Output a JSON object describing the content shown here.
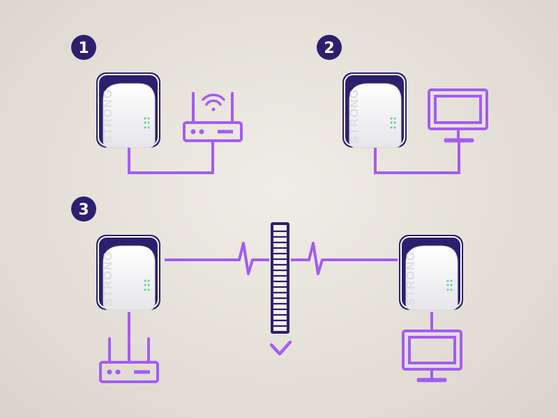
{
  "steps": [
    {
      "number": "1"
    },
    {
      "number": "2"
    },
    {
      "number": "3"
    }
  ],
  "brand_text": "STRONG",
  "colors": {
    "background": "#e6e2da",
    "accent_purple": "#a45cf2",
    "navy": "#2d1f6e",
    "device_white": "#f3f3f5",
    "led_green": "#6fd48c"
  },
  "icons": [
    "powerline-adapter",
    "router-icon",
    "wifi-icon",
    "monitor-icon",
    "electrical-panel-icon",
    "signal-spike-icon",
    "checkmark-icon"
  ]
}
